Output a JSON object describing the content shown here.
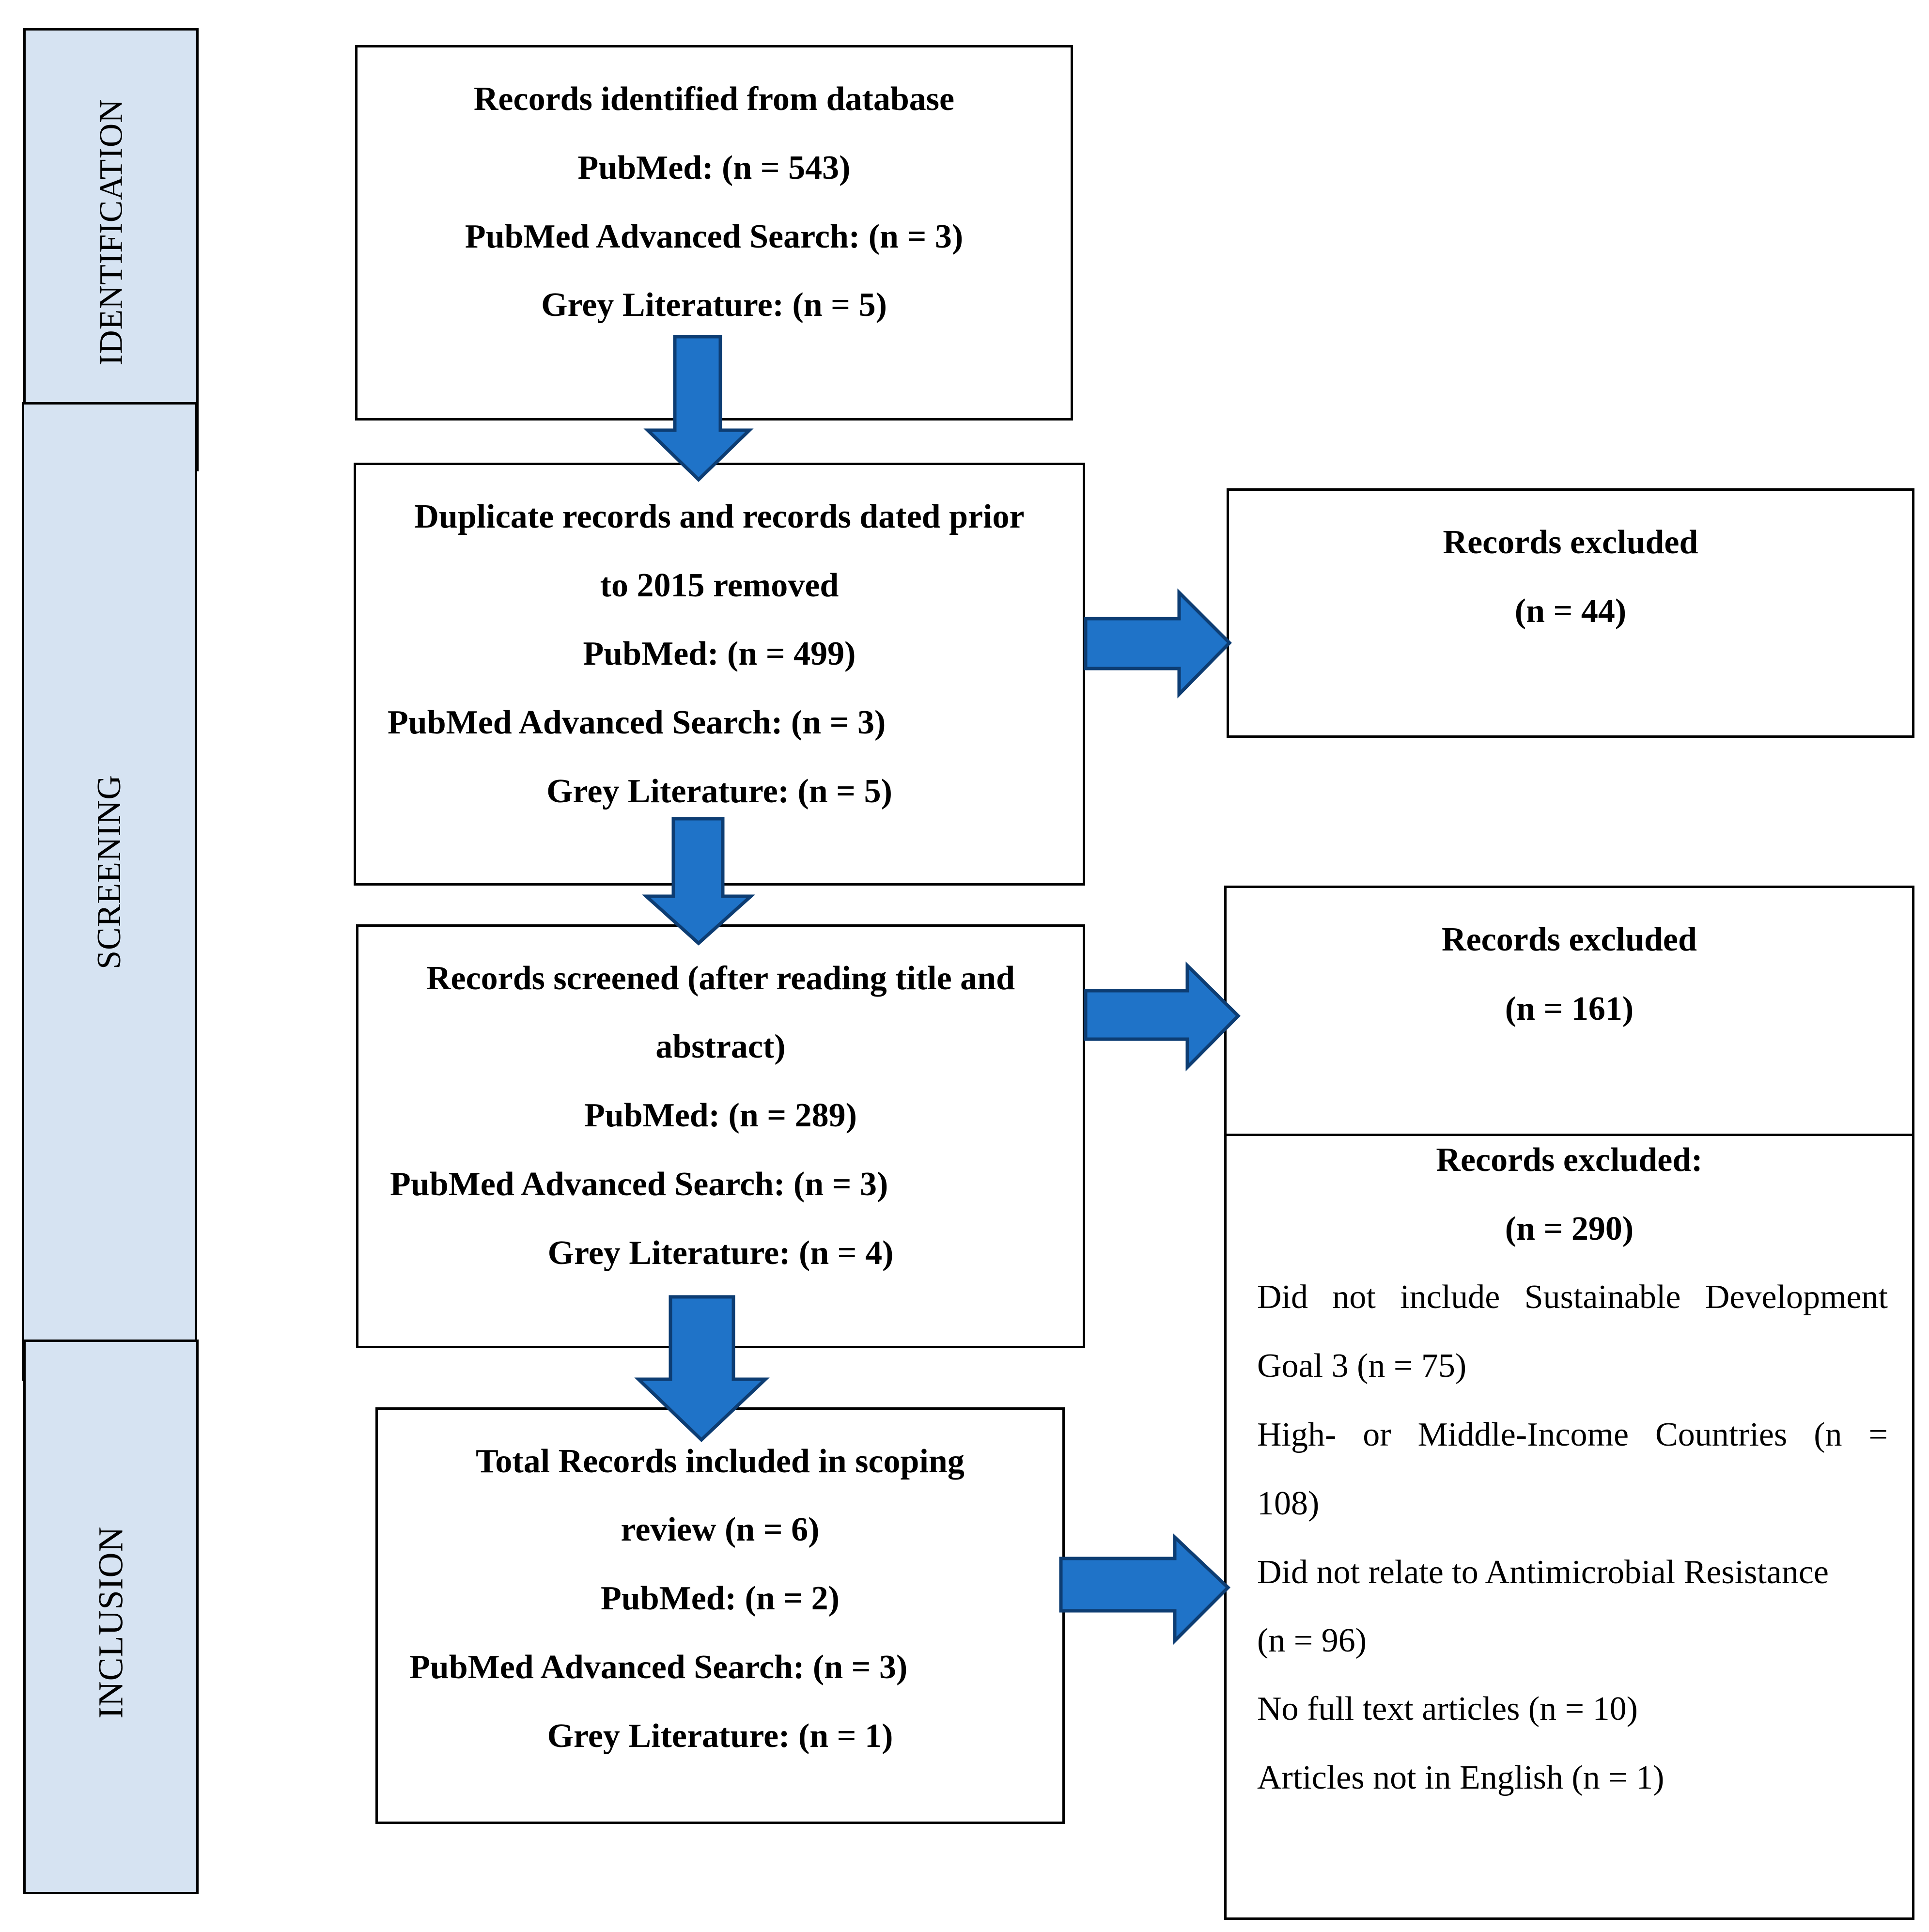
{
  "phases": {
    "identification": "IDENTIFICATION",
    "screening": "SCREENING",
    "inclusion": "INCLUSION"
  },
  "identified": {
    "title": "Records identified from database",
    "pubmed": "PubMed: (n = 543)",
    "advanced": "PubMed Advanced Search: (n = 3)",
    "grey": "Grey Literature: (n = 5)"
  },
  "dedup": {
    "title_line1": "Duplicate records and records dated prior",
    "title_line2": "to 2015 removed",
    "pubmed": "PubMed: (n = 499)",
    "advanced": "PubMed Advanced Search: (n = 3)",
    "grey": "Grey Literature: (n = 5)"
  },
  "excluded1": {
    "title": "Records excluded",
    "count": "(n = 44)"
  },
  "screened": {
    "title_line1": "Records screened (after reading title and",
    "title_line2": "abstract)",
    "pubmed": "PubMed: (n = 289)",
    "advanced": "PubMed Advanced Search: (n = 3)",
    "grey": "Grey Literature: (n = 4)"
  },
  "excluded2": {
    "title": "Records excluded",
    "count": "(n = 161)"
  },
  "included": {
    "title_line1": "Total Records included in scoping",
    "title_line2": "review (n = 6)",
    "pubmed": "PubMed: (n = 2)",
    "advanced": "PubMed Advanced Search: (n = 3)",
    "grey": "Grey Literature: (n = 1)"
  },
  "excluded3": {
    "title": "Records excluded:",
    "count": "(n = 290)",
    "reasons": [
      "Did not include Sustainable Development",
      "Goal 3 (n = 75)",
      "High- or Middle-Income Countries (n =",
      "108)",
      "Did not relate to Antimicrobial Resistance",
      "(n = 96)",
      "No full text articles (n = 10)",
      "Articles not in English (n = 1)"
    ]
  },
  "colors": {
    "arrow_fill": "#1f73c8",
    "arrow_stroke": "#0d3d73",
    "phase_fill": "#d6e3f2"
  },
  "icons": [
    "arrow-down-icon",
    "arrow-right-icon"
  ]
}
